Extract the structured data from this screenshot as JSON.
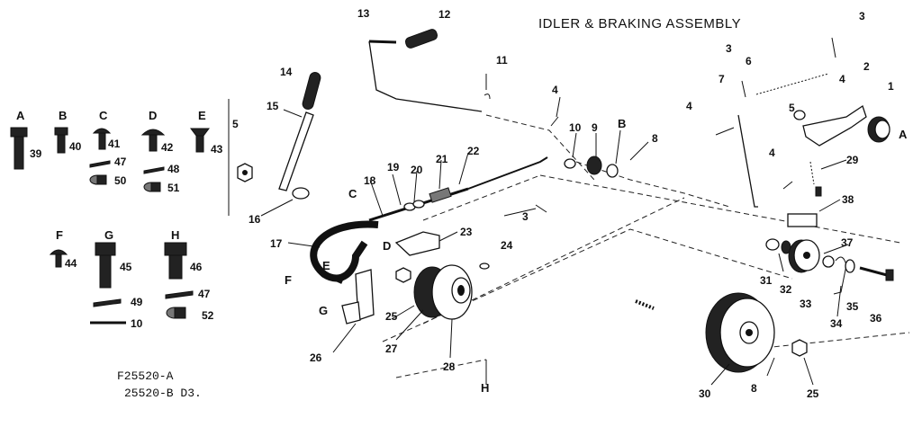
{
  "title": "IDLER & BRAKING ASSEMBLY",
  "codes": [
    "F25520-A",
    "25520-B D3."
  ],
  "hardware": [
    {
      "letter": "A",
      "num": "39"
    },
    {
      "letter": "B",
      "num": "40"
    },
    {
      "letter": "C",
      "num": "41"
    },
    {
      "letter": "D",
      "num": "42"
    },
    {
      "letter": "E",
      "num": "43"
    },
    {
      "letter": "F",
      "num": "44"
    },
    {
      "letter": "G",
      "num": "45"
    },
    {
      "letter": "H",
      "num": "46"
    }
  ],
  "hardware_small": [
    "47",
    "50",
    "48",
    "51",
    "49",
    "10",
    "47",
    "52"
  ],
  "bracket_label": "5",
  "callouts": [
    {
      "id": "c1",
      "text": "1"
    },
    {
      "id": "c2",
      "text": "2"
    },
    {
      "id": "c3a",
      "text": "3"
    },
    {
      "id": "c3b",
      "text": "3"
    },
    {
      "id": "c3c",
      "text": "3"
    },
    {
      "id": "c4a",
      "text": "4"
    },
    {
      "id": "c4b",
      "text": "4"
    },
    {
      "id": "c4c",
      "text": "4"
    },
    {
      "id": "c4d",
      "text": "4"
    },
    {
      "id": "c5",
      "text": "5"
    },
    {
      "id": "c6",
      "text": "6"
    },
    {
      "id": "c7",
      "text": "7"
    },
    {
      "id": "c8a",
      "text": "8"
    },
    {
      "id": "c8b",
      "text": "8"
    },
    {
      "id": "c9",
      "text": "9"
    },
    {
      "id": "c10",
      "text": "10"
    },
    {
      "id": "c11",
      "text": "11"
    },
    {
      "id": "c12",
      "text": "12"
    },
    {
      "id": "c13",
      "text": "13"
    },
    {
      "id": "c14",
      "text": "14"
    },
    {
      "id": "c15",
      "text": "15"
    },
    {
      "id": "c16",
      "text": "16"
    },
    {
      "id": "c17",
      "text": "17"
    },
    {
      "id": "c18",
      "text": "18"
    },
    {
      "id": "c19",
      "text": "19"
    },
    {
      "id": "c20",
      "text": "20"
    },
    {
      "id": "c21",
      "text": "21"
    },
    {
      "id": "c22",
      "text": "22"
    },
    {
      "id": "c23",
      "text": "23"
    },
    {
      "id": "c24",
      "text": "24"
    },
    {
      "id": "c25a",
      "text": "25"
    },
    {
      "id": "c25b",
      "text": "25"
    },
    {
      "id": "c26",
      "text": "26"
    },
    {
      "id": "c27",
      "text": "27"
    },
    {
      "id": "c28",
      "text": "28"
    },
    {
      "id": "c29",
      "text": "29"
    },
    {
      "id": "c30",
      "text": "30"
    },
    {
      "id": "c31",
      "text": "31"
    },
    {
      "id": "c32",
      "text": "32"
    },
    {
      "id": "c33",
      "text": "33"
    },
    {
      "id": "c34",
      "text": "34"
    },
    {
      "id": "c35",
      "text": "35"
    },
    {
      "id": "c36",
      "text": "36"
    },
    {
      "id": "c37",
      "text": "37"
    },
    {
      "id": "c38",
      "text": "38"
    }
  ],
  "letter_refs": [
    {
      "id": "rA",
      "text": "A"
    },
    {
      "id": "rB",
      "text": "B"
    },
    {
      "id": "rC",
      "text": "C"
    },
    {
      "id": "rD",
      "text": "D"
    },
    {
      "id": "rE",
      "text": "E"
    },
    {
      "id": "rF",
      "text": "F"
    },
    {
      "id": "rG",
      "text": "G"
    },
    {
      "id": "rH",
      "text": "H"
    }
  ]
}
